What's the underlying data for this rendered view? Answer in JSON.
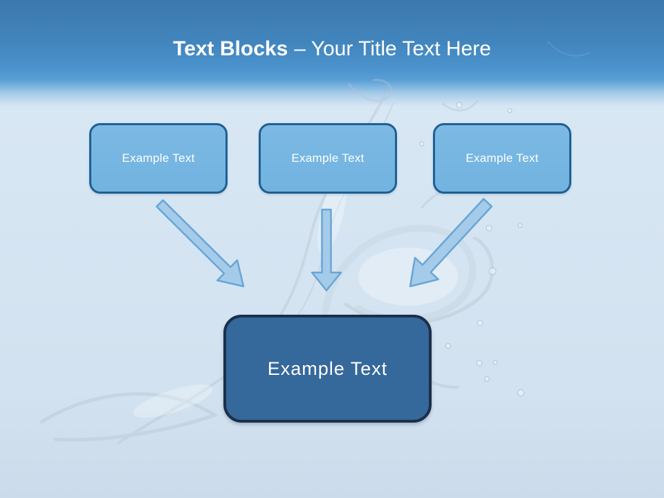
{
  "title": {
    "primary": "Text Blocks",
    "secondary": "– Your Title Text Here"
  },
  "boxes": [
    {
      "label": "Example Text"
    },
    {
      "label": "Example Text"
    },
    {
      "label": "Example Text"
    }
  ],
  "result_box": {
    "label": "Example Text"
  },
  "icons": [
    "arrow-down-right-icon",
    "arrow-down-icon",
    "arrow-down-left-icon",
    "water-splash-graphic"
  ],
  "colors": {
    "band_top": "#3c79ad",
    "band_bottom": "#5aa0d6",
    "background": "#d6e5f2",
    "title_color": "#ffffff",
    "box_fill": "#72b3e0",
    "box_border": "#1d6093",
    "result_fill": "#35689b",
    "result_border": "#1c2f4a",
    "arrow_fill": "#a4cbe9",
    "arrow_stroke": "#68a5d6"
  }
}
